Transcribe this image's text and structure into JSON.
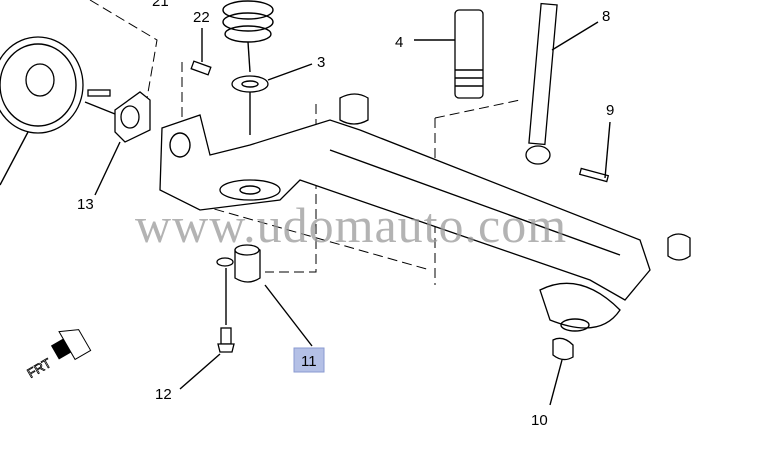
{
  "diagram": {
    "callouts": {
      "c21": "21",
      "c22": "22",
      "c3": "3",
      "c4": "4",
      "c8": "8",
      "c9": "9",
      "c13": "13",
      "c11": "11",
      "c12": "12",
      "c10": "10"
    },
    "highlighted_callout": "11",
    "highlight_color": "#b4c0e6",
    "front_indicator": "FRT",
    "watermark": "www.udomauto.com"
  }
}
